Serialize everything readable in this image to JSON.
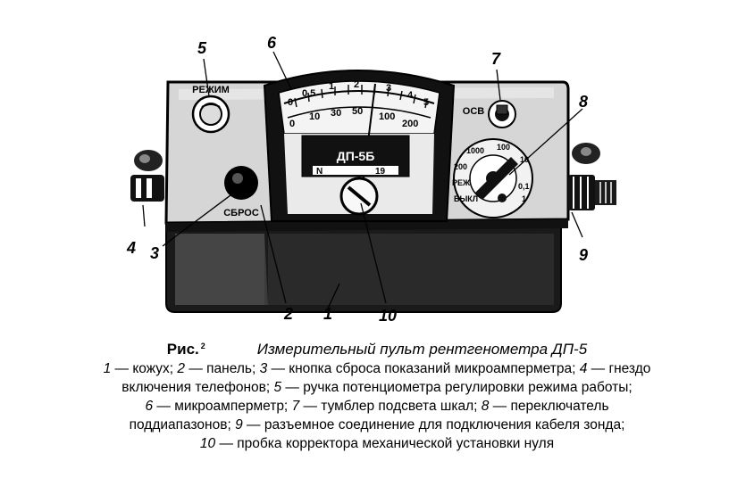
{
  "figure": {
    "callouts": {
      "n1": "1",
      "n2": "2",
      "n3": "3",
      "n4": "4",
      "n5": "5",
      "n6": "6",
      "n7": "7",
      "n8": "8",
      "n9": "9",
      "n10": "10"
    },
    "knob_label": "РЕЖИМ",
    "reset_label": "СБРОС",
    "switch_label": "ОСВ",
    "meter": {
      "scale_top": [
        "0",
        "0,5",
        "1",
        "2",
        "3",
        "4",
        "5"
      ],
      "scale_bottom": [
        "0",
        "10",
        "30",
        "50",
        "100",
        "200"
      ]
    },
    "nameplate": {
      "model": "ДП-5Б",
      "serial_prefix": "N",
      "serial": "19"
    },
    "dial_labels": [
      "1000",
      "100",
      "10",
      "200",
      "РЕЖ",
      "0,1",
      "ВЫКЛ",
      "1"
    ]
  },
  "caption": {
    "label": "Рис.",
    "number": "2",
    "title": "Измерительный пульт рентгенометра ДП-5",
    "lines": [
      [
        {
          "i": "1"
        },
        {
          "t": " — кожух; "
        },
        {
          "i": "2"
        },
        {
          "t": " — панель; "
        },
        {
          "i": "3"
        },
        {
          "t": " — кнопка сброса показаний микроамперметра; "
        },
        {
          "i": "4"
        },
        {
          "t": " — гнездо"
        }
      ],
      [
        {
          "t": "включения телефонов; "
        },
        {
          "i": "5"
        },
        {
          "t": " — ручка потенциометра регулировки режима работы;"
        }
      ],
      [
        {
          "i": "6"
        },
        {
          "t": " — микроамперметр; "
        },
        {
          "i": "7"
        },
        {
          "t": " — тумблер подсвета шкал; "
        },
        {
          "i": "8"
        },
        {
          "t": " — переключатель"
        }
      ],
      [
        {
          "t": "поддиапазонов; "
        },
        {
          "i": "9"
        },
        {
          "t": " — разъемное соединение для подключения кабеля зонда;"
        }
      ],
      [
        {
          "i": "10"
        },
        {
          "t": " — пробка корректора механической установки нуля"
        }
      ]
    ]
  }
}
